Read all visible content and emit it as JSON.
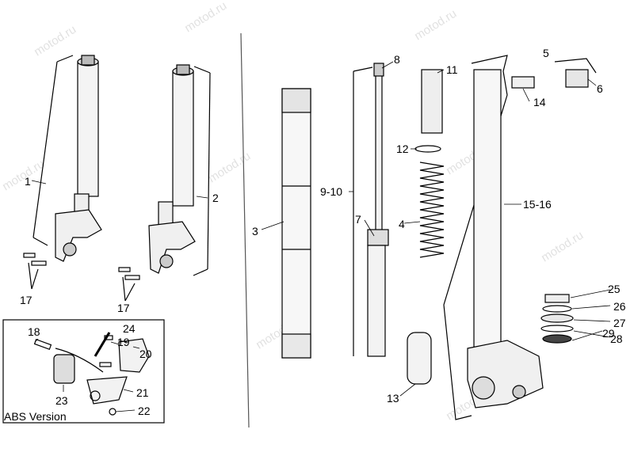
{
  "watermark": "motod.ru",
  "abs_version_label": "ABS Version",
  "labels": {
    "p1": "1",
    "p2": "2",
    "p3": "3",
    "p4": "4",
    "p5": "5",
    "p6": "6",
    "p7": "7",
    "p8": "8",
    "p9_10": "9-10",
    "p11": "11",
    "p12": "12",
    "p13": "13",
    "p14": "14",
    "p15_16": "15-16",
    "p17a": "17",
    "p17b": "17",
    "p18": "18",
    "p19": "19",
    "p20": "20",
    "p21": "21",
    "p22": "22",
    "p23": "23",
    "p24": "24",
    "p25": "25",
    "p26": "26",
    "p27": "27",
    "p28": "28",
    "p29": "29"
  }
}
